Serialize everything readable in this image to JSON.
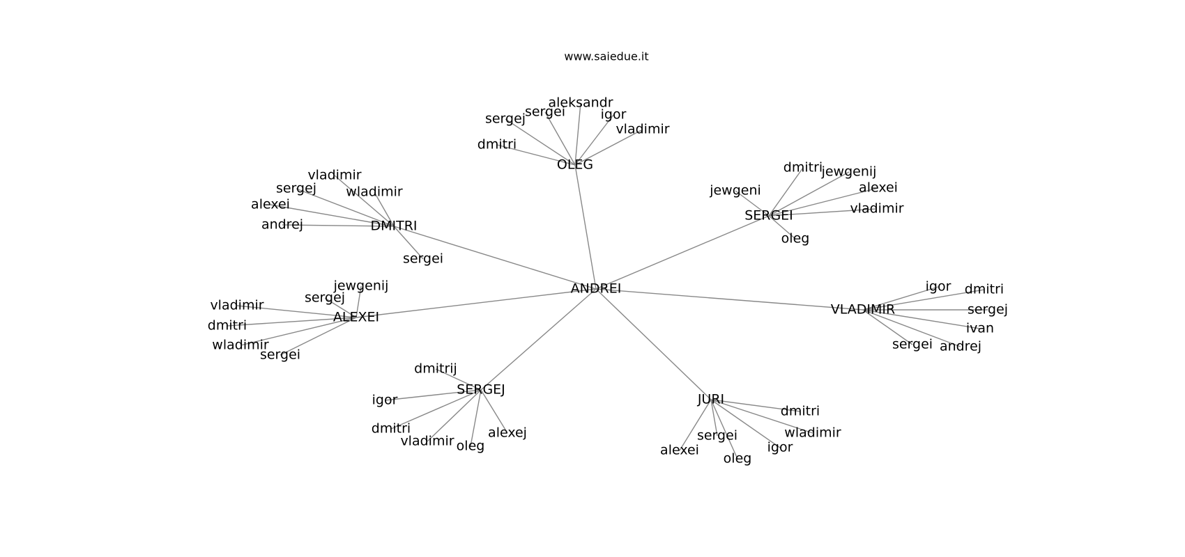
{
  "site": "www.saiedue.it",
  "colors": {
    "edge": "#888888",
    "text": "#000000",
    "background": "#ffffff"
  },
  "root": "ANDREI",
  "groups": [
    {
      "hub": "OLEG",
      "leaves": [
        "aleksandr",
        "sergei",
        "sergej",
        "igor",
        "vladimir",
        "dmitri"
      ]
    },
    {
      "hub": "SERGEI",
      "leaves": [
        "dmitri",
        "jewgenij",
        "alexei",
        "jewgeni",
        "vladimir",
        "oleg"
      ]
    },
    {
      "hub": "DMITRI",
      "leaves": [
        "vladimir",
        "sergej",
        "wladimir",
        "alexei",
        "andrej",
        "sergei"
      ]
    },
    {
      "hub": "ALEXEI",
      "leaves": [
        "jewgenij",
        "sergej",
        "vladimir",
        "dmitri",
        "wladimir",
        "sergei"
      ]
    },
    {
      "hub": "VLADIMIR",
      "leaves": [
        "igor",
        "dmitri",
        "sergej",
        "ivan",
        "sergei",
        "andrej"
      ]
    },
    {
      "hub": "SERGEJ",
      "leaves": [
        "dmitrij",
        "igor",
        "dmitri",
        "vladimir",
        "oleg",
        "alexej"
      ]
    },
    {
      "hub": "JURI",
      "leaves": [
        "dmitri",
        "wladimir",
        "sergei",
        "igor",
        "alexei",
        "oleg"
      ]
    }
  ]
}
